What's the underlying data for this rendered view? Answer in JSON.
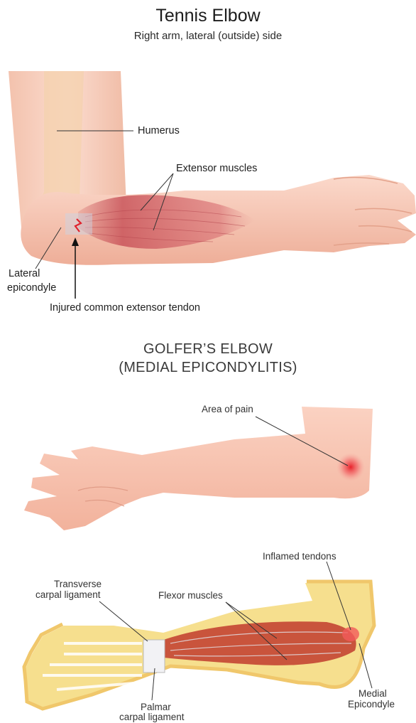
{
  "tennis": {
    "title": "Tennis Elbow",
    "subtitle": "Right arm, lateral (outside) side",
    "labels": {
      "humerus": "Humerus",
      "extensor_muscles": "Extensor muscles",
      "lateral_line1": "Lateral",
      "lateral_line2": "epicondyle",
      "injured_tendon": "Injured common extensor tendon"
    }
  },
  "golfer": {
    "title_line1": "GOLFER’S ELBOW",
    "title_line2": "(MEDIAL EPICONDYLITIS)",
    "labels": {
      "area_of_pain": "Area of pain",
      "inflamed_tendons": "Inflamed tendons",
      "transverse_line1": "Transverse",
      "transverse_line2": "carpal ligament",
      "flexor_muscles": "Flexor muscles",
      "palmar_line1": "Palmar",
      "palmar_line2": "carpal ligament",
      "medial_line1": "Medial",
      "medial_line2": "Epicondyle"
    }
  },
  "colors": {
    "skin": "#f7c7b3",
    "skin_dark": "#eba68f",
    "muscle": "#c9545a",
    "pain": "#e8202a",
    "bone_yellow": "#f5d97a"
  }
}
